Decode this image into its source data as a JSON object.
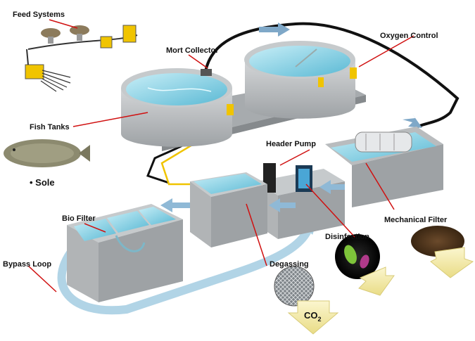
{
  "labels": {
    "feed_systems": "Feed Systems",
    "mort_collector": "Mort Collector",
    "oxygen_control": "Oxygen Control",
    "fish_tanks": "Fish Tanks",
    "sole": "• Sole",
    "header_pump": "Header Pump",
    "bio_filter": "Bio Filter",
    "mechanical_filter": "Mechanical Filter",
    "disinfection": "Disinfection",
    "degassing": "Degassing",
    "bypass_loop": "Bypass Loop",
    "co2": "CO",
    "co2_sub": "2"
  },
  "colors": {
    "water": "#8fd3e6",
    "water_dark": "#4fb3cf",
    "concrete": "#b9bcbe",
    "concrete_dark": "#8f9396",
    "flow_arrow": "#8fb9d6",
    "leader_line": "#d01010",
    "equipment_yellow": "#f0c400",
    "pipe": "#111111",
    "yellow_arrow": "#f4ecb0"
  }
}
